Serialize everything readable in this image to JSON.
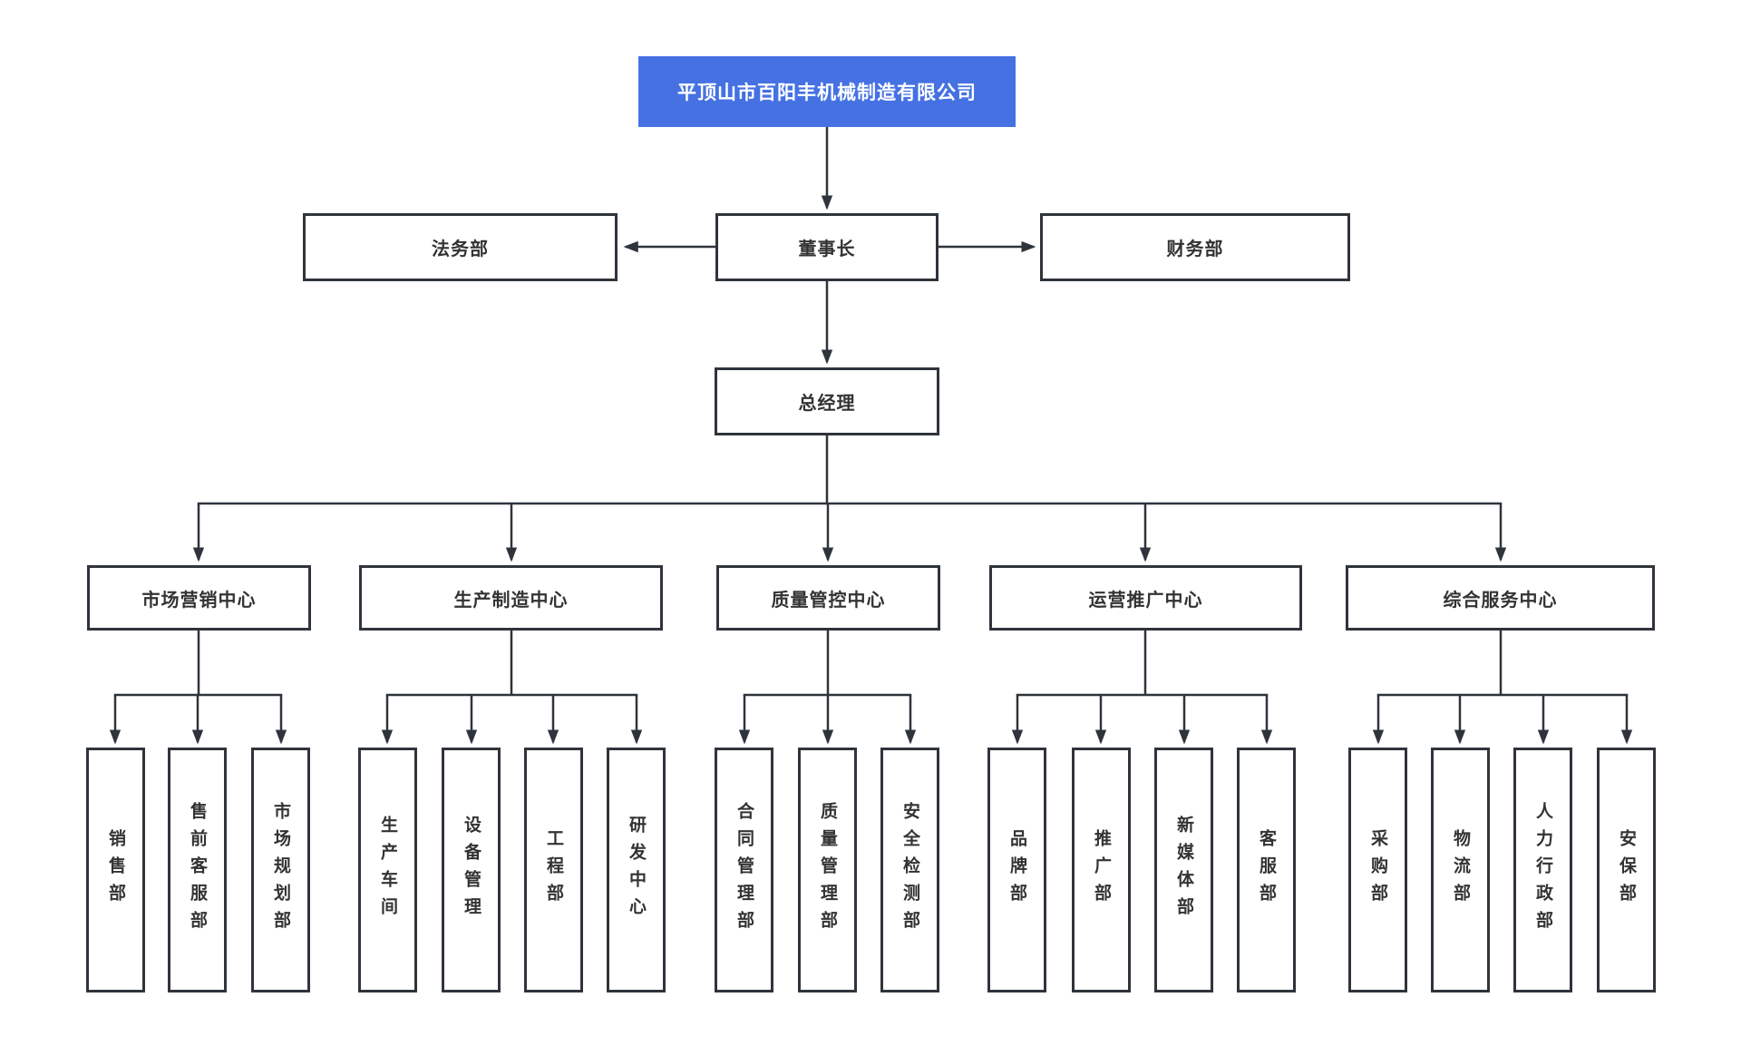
{
  "org": {
    "root": "平顶山市百阳丰机械制造有限公司",
    "chairman": "董事长",
    "staff_left": "法务部",
    "staff_right": "财务部",
    "general_manager": "总经理",
    "centers": [
      {
        "label": "市场营销中心",
        "departments": [
          "销售部",
          "售前客服部",
          "市场规划部"
        ]
      },
      {
        "label": "生产制造中心",
        "departments": [
          "生产车间",
          "设备管理",
          "工程部",
          "研发中心"
        ]
      },
      {
        "label": "质量管控中心",
        "departments": [
          "合同管理部",
          "质量管理部",
          "安全检测部"
        ]
      },
      {
        "label": "运营推广中心",
        "departments": [
          "品牌部",
          "推广部",
          "新媒体部",
          "客服部"
        ]
      },
      {
        "label": "综合服务中心",
        "departments": [
          "采购部",
          "物流部",
          "人力行政部",
          "安保部"
        ]
      }
    ],
    "colors": {
      "root_bg": "#4571e3",
      "root_text": "#ffffff",
      "box_border": "#2f343c",
      "line": "#2f343c",
      "text": "#333333"
    }
  }
}
